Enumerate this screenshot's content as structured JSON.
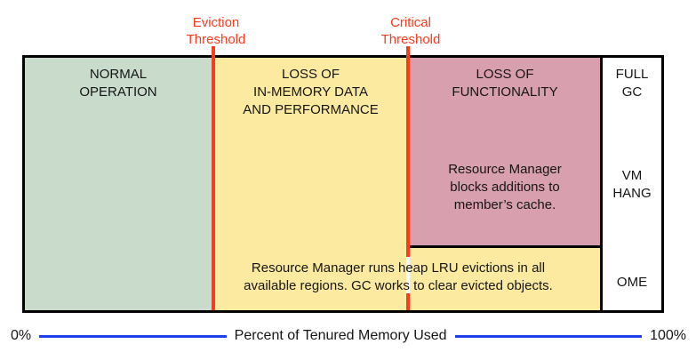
{
  "colors": {
    "green": "#c9dccc",
    "yellow": "#fdeaa1",
    "pink": "#d89fae",
    "red": "#f93b1e",
    "blue": "#203df0",
    "line": "#000000"
  },
  "thresholds": {
    "eviction_label": "Eviction\nThreshold",
    "critical_label": "Critical\nThreshold"
  },
  "zones": {
    "normal_title": "NORMAL\nOPERATION",
    "eviction_title": "LOSS OF\nIN-MEMORY DATA\nAND PERFORMANCE",
    "critical_title": "LOSS OF\nFUNCTIONALITY",
    "critical_body": "Resource Manager\nblocks additions to\nmember’s cache.",
    "eviction_note": "Resource Manager runs heap LRU evictions in all\navailable regions. GC works to clear evicted objects."
  },
  "outcomes": {
    "full_gc": "FULL\nGC",
    "vm_hang": "VM\nHANG",
    "ome": "OME"
  },
  "axis": {
    "min": "0%",
    "max": "100%",
    "caption": "Percent of Tenured Memory Used"
  }
}
